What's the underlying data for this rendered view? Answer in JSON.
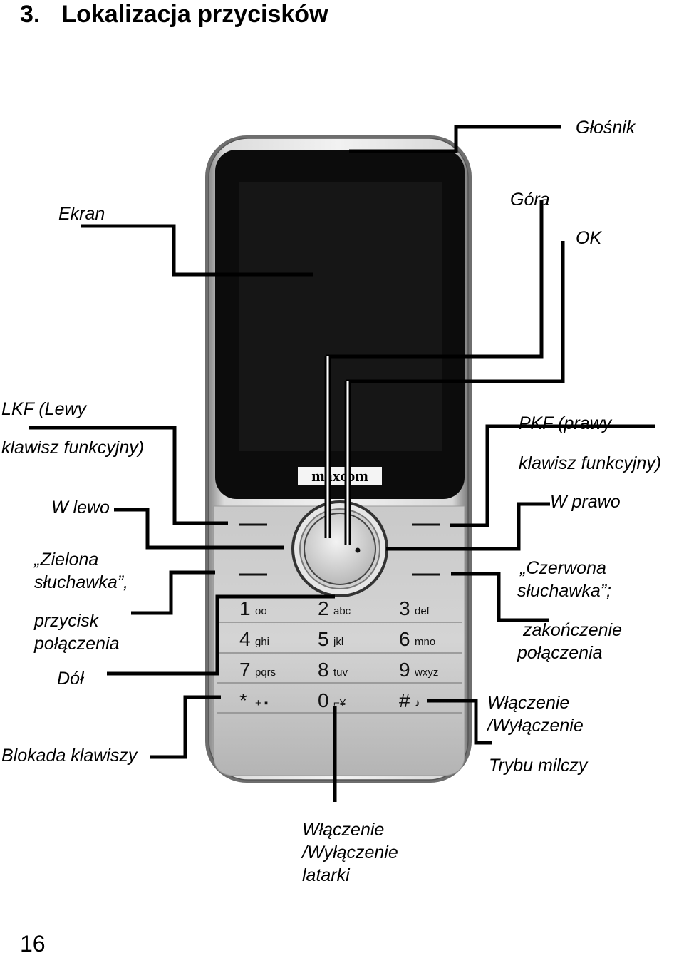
{
  "section": {
    "number": "3.",
    "title": "Lokalizacja przycisków"
  },
  "page_number": "16",
  "phone": {
    "brand": "maxcom"
  },
  "keypad": [
    {
      "digit": "1",
      "letters": "oo"
    },
    {
      "digit": "2",
      "letters": "abc"
    },
    {
      "digit": "3",
      "letters": "def"
    },
    {
      "digit": "4",
      "letters": "ghi"
    },
    {
      "digit": "5",
      "letters": "jkl"
    },
    {
      "digit": "6",
      "letters": "mno"
    },
    {
      "digit": "7",
      "letters": "pqrs"
    },
    {
      "digit": "8",
      "letters": "tuv"
    },
    {
      "digit": "9",
      "letters": "wxyz"
    },
    {
      "digit": "*",
      "letters": "+ lock"
    },
    {
      "digit": "0",
      "letters": "flashlight"
    },
    {
      "digit": "#",
      "letters": "silent"
    }
  ],
  "labels": {
    "glosnik": "Głośnik",
    "ekran": "Ekran",
    "gora": "Góra",
    "ok": "OK",
    "lkf_1": "LKF (Lewy",
    "lkf_2": "klawisz funkcyjny)",
    "pkf_1": "PKF (prawy",
    "pkf_2": "klawisz funkcyjny)",
    "w_lewo": "W lewo",
    "w_prawo": "W prawo",
    "zielona_1": "„Zielona",
    "zielona_2": "słuchawka”,",
    "zielona_3": "przycisk",
    "zielona_4": "połączenia",
    "czerwona_1": "„Czerwona",
    "czerwona_2": "słuchawka”;",
    "czerwona_3": "zakończenie",
    "czerwona_4": "połączenia",
    "dol": "Dół",
    "blokada": "Blokada klawiszy",
    "cichy_1": "Włączenie",
    "cichy_2": "/Wyłączenie",
    "cichy_3": "Trybu milczy",
    "latarka_1": "Włączenie",
    "latarka_2": "/Wyłączenie",
    "latarka_3": "latarki"
  }
}
